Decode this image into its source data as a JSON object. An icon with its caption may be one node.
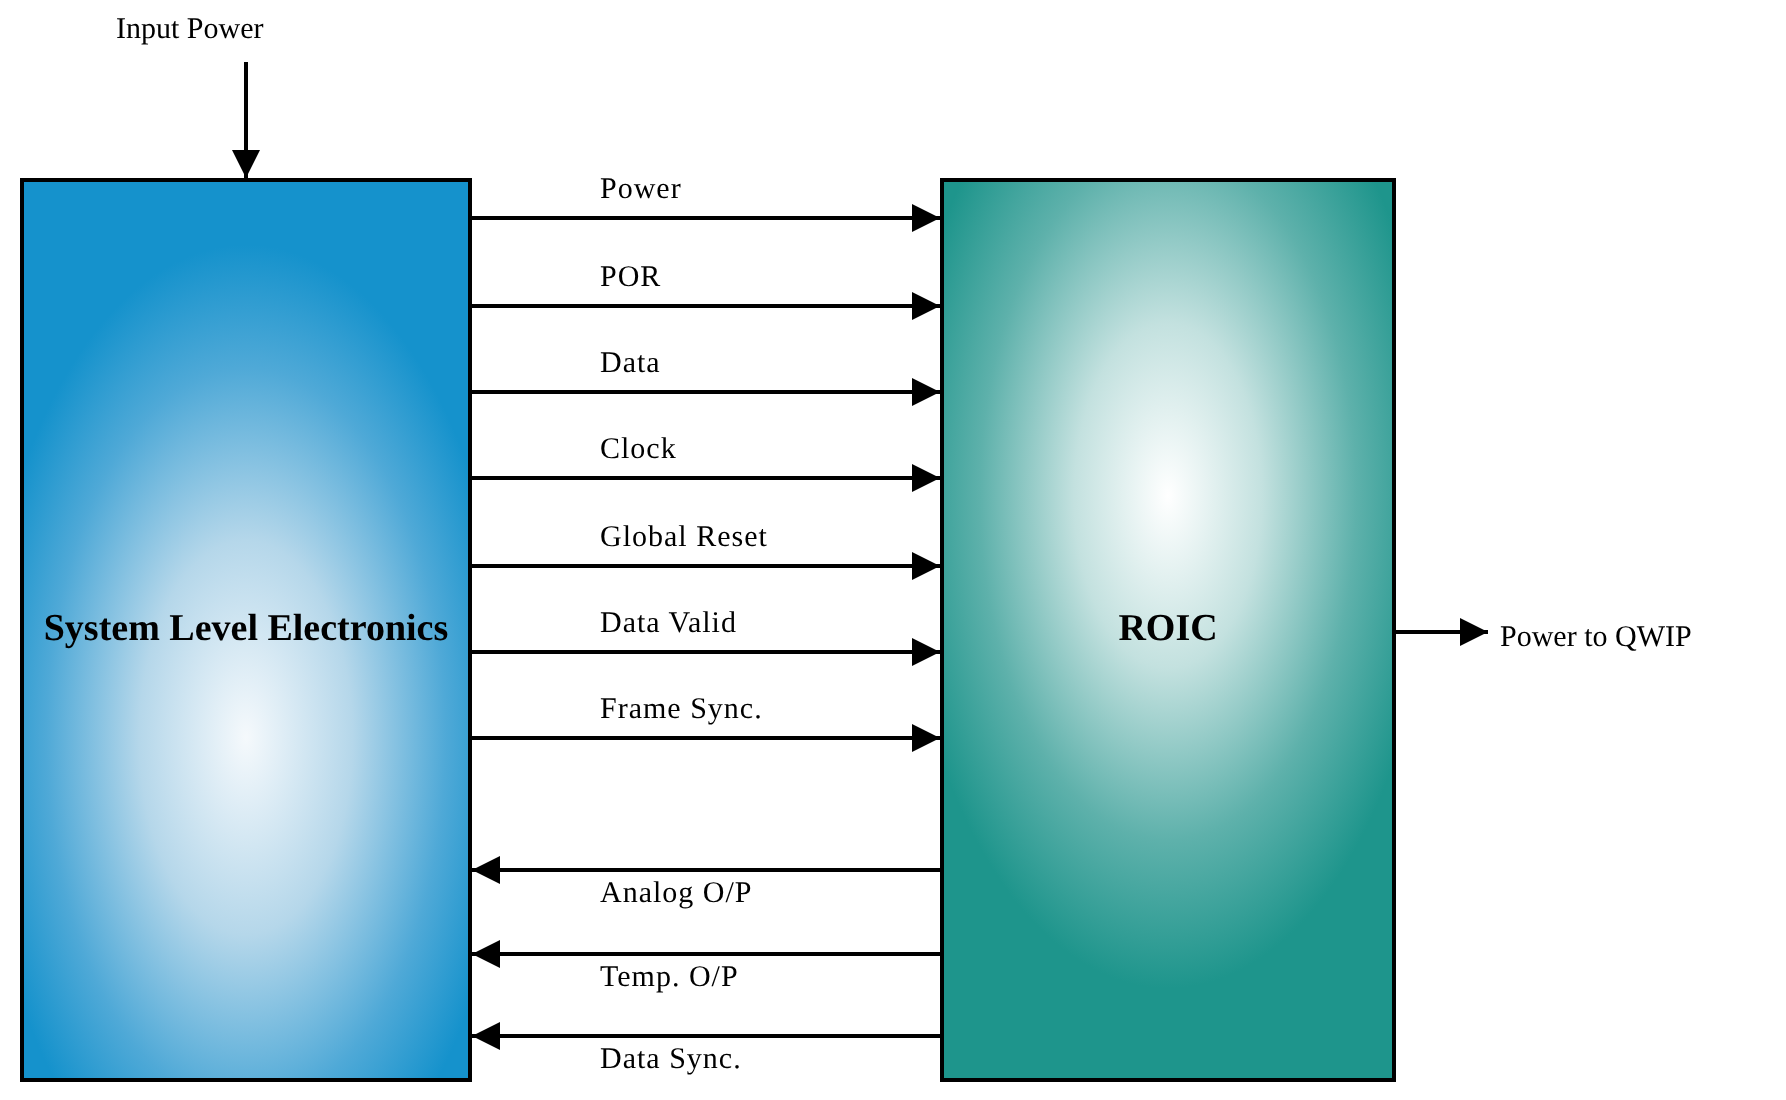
{
  "diagram": {
    "nodes": [
      {
        "text": [
          "Input Power"
        ]
      },
      {
        "text": [
          "System Level Electronics"
        ]
      },
      {
        "text": [
          "ROIC"
        ]
      },
      {
        "text": [
          "Power to QWIP"
        ]
      }
    ],
    "edges": [
      {
        "from": 0,
        "to": 1,
        "arrow": "to"
      },
      {
        "from": 1,
        "to": 2,
        "arrow": "to",
        "label": "Power"
      },
      {
        "from": 1,
        "to": 2,
        "arrow": "to",
        "label": "POR"
      },
      {
        "from": 1,
        "to": 2,
        "arrow": "to",
        "label": "Data"
      },
      {
        "from": 1,
        "to": 2,
        "arrow": "to",
        "label": "Clock"
      },
      {
        "from": 1,
        "to": 2,
        "arrow": "to",
        "label": "Global Reset"
      },
      {
        "from": 1,
        "to": 2,
        "arrow": "to",
        "label": "Data Valid"
      },
      {
        "from": 1,
        "to": 2,
        "arrow": "to",
        "label": "Frame Sync."
      },
      {
        "from": 2,
        "to": 1,
        "arrow": "to",
        "label": "Analog O/P"
      },
      {
        "from": 2,
        "to": 1,
        "arrow": "to",
        "label": "Temp. O/P"
      },
      {
        "from": 2,
        "to": 1,
        "arrow": "to",
        "label": "Data Sync."
      },
      {
        "from": 2,
        "to": 3,
        "arrow": "to"
      }
    ]
  }
}
